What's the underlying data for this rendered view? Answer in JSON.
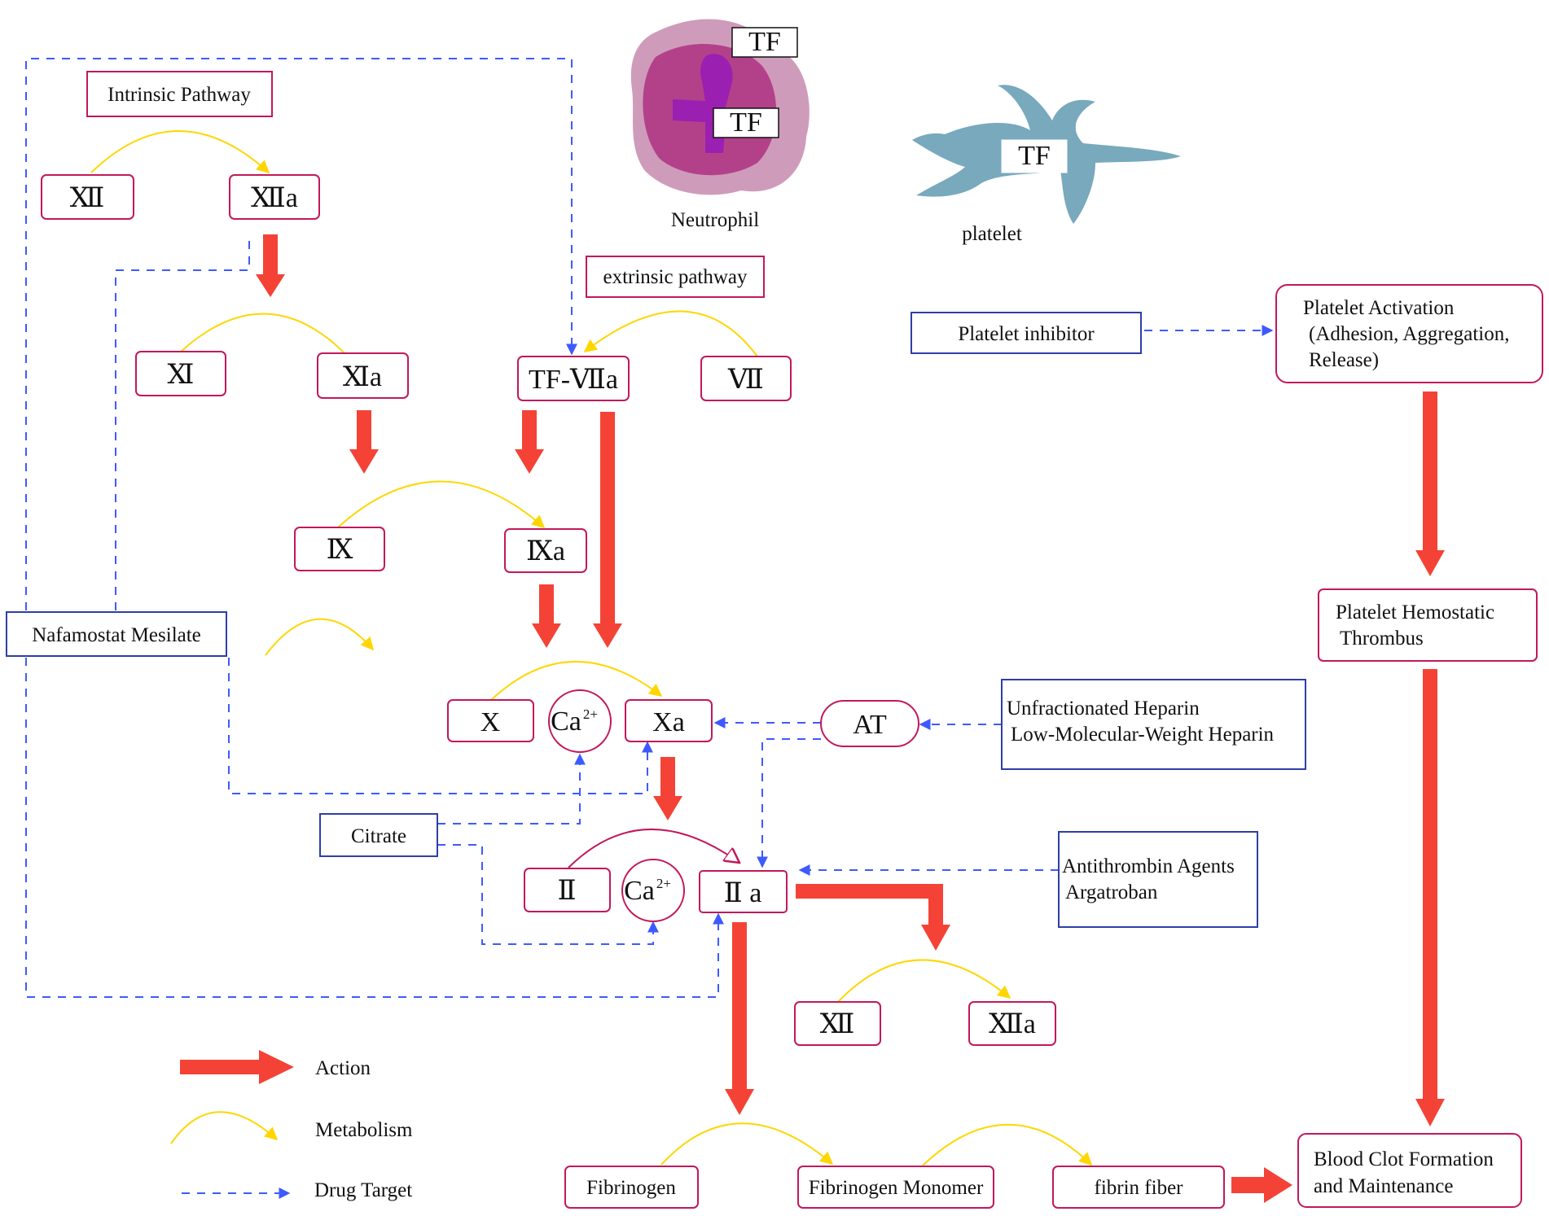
{
  "colors": {
    "action": "#f44336",
    "metabolism": "#ffd600",
    "drug_target": "#3d5afe",
    "factor_border": "#c2185b",
    "drug_border": "#2d3fa6",
    "platelet": "#78a9bd",
    "neutrophil_outer": "#cf9bbb",
    "neutrophil_inner": "#b3418a",
    "neutrophil_nucleus": "#9b1fb0"
  },
  "cells": {
    "neutrophil_label": "Neutrophil",
    "neutrophil_tf_1": "TF",
    "neutrophil_tf_2": "TF",
    "platelet_label": "platelet",
    "platelet_tf": "TF"
  },
  "pathways": {
    "intrinsic": "Intrinsic Pathway",
    "extrinsic": "extrinsic pathway"
  },
  "factors": {
    "xii": "Ⅻ",
    "xiia": "Ⅻa",
    "xi": "Ⅺ",
    "xia": "Ⅺa",
    "tf_viia": "TF-Ⅶa",
    "vii": "Ⅶ",
    "ix": "Ⅸ",
    "ixa": "Ⅸa",
    "x": "X",
    "ca_1": "Ca",
    "ca_1_sup": "2+",
    "xa": "Xa",
    "ii": "Ⅱ",
    "ca_2": "Ca",
    "ca_2_sup": "2+",
    "iia": "Ⅱ a",
    "xii_b": "Ⅻ",
    "xiia_b": "Ⅻa",
    "fibrinogen": "Fibrinogen",
    "fibrinogen_monomer": "Fibrinogen Monomer",
    "fibrin_fiber": "fibrin fiber"
  },
  "drugs": {
    "nafamostat": "Nafamostat Mesilate",
    "citrate": "Citrate",
    "at": "AT",
    "heparin_1": "Unfractionated Heparin",
    "heparin_2": "Low-Molecular-Weight Heparin",
    "antithrombin_1": "Antithrombin Agents",
    "antithrombin_2": "Argatroban",
    "platelet_inhibitor": "Platelet inhibitor"
  },
  "platelet_path": {
    "activation_1": "Platelet Activation",
    "activation_2": "(Adhesion, Aggregation,",
    "activation_3": "Release)",
    "thrombus_1": "Platelet Hemostatic",
    "thrombus_2": "Thrombus",
    "clot_1": "Blood Clot Formation",
    "clot_2": "and Maintenance"
  },
  "legend": {
    "action": "Action",
    "metabolism": "Metabolism",
    "drug_target": "Drug Target"
  }
}
